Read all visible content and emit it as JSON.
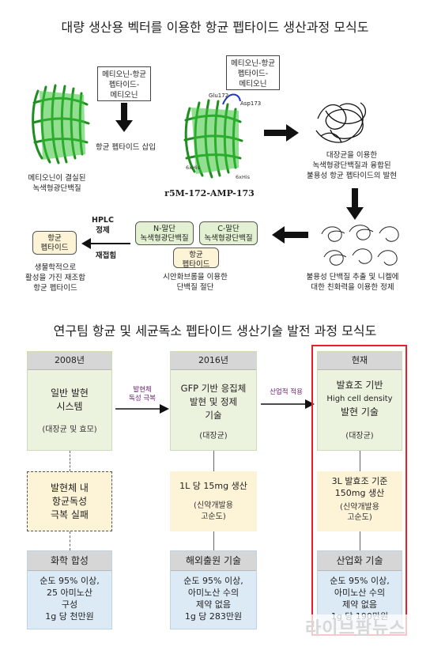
{
  "titles": {
    "top": "대량 생산용 벡터를 이용한 항균 펩타이드 생산과정 모식도",
    "bottom": "연구팀 항균 및 세균독소 펩타이드 생산기술 발전 과정 모식도"
  },
  "process": {
    "gfp_label": "메티오닌이 결실된\n녹색형광단백질",
    "insert_box": "메티오닌-항균\n펩타이드-\n메티오닌",
    "insert_caption": "항균 펩타이드 삽입",
    "mid_box": "메티오닌-항균\n펩타이드-\n메티오닌",
    "residue_glu": "Glu172",
    "residue_asp": "Asp173",
    "his_tag_1": "6xHis",
    "his_tag_2": "6xHis",
    "construct_name": "r5M-172-AMP-173",
    "ecoli_caption": "대장균을 이용한\n녹색형광단백질과 융합된\n불용성 항균 펩타이드의 발현",
    "purify_caption": "불용성 단백질 추출 및 니켈에\n대한 친화력을 이용한 정제",
    "n_frag": "N-말단\n녹색형광단백질",
    "c_frag": "C-말단\n녹색형광단백질",
    "peptide_frag": "항균\n펩타이드",
    "cleave_caption": "시안화브롬을 이용한\n단백질 절단",
    "hplc_label": "HPLC\n정제",
    "refold_label": "재접힘",
    "final_peptide": "항균\n펩타이드",
    "final_caption": "생물학적으로\n활성을 가진 재조합\n항균 펩타이드"
  },
  "timeline": {
    "columns": [
      {
        "year": "2008년",
        "system": "일반 발현\n시스템",
        "host": "(대장균 및 효모)",
        "mid": "발현체 내\n항균독성\n극복 실패",
        "stage": "화학 합성",
        "detail": "순도 95% 이상,\n25 아미노산\n구성\n1g 당 천만원"
      },
      {
        "year": "2016년",
        "system": "GFP 기반 응집체\n발현 및 정제\n기술",
        "host": "(대장균)",
        "mid": "1L 당 15mg 생산",
        "mid_sub": "(신약개발용\n고순도)",
        "stage": "해외출원 기술",
        "detail": "순도 95% 이상,\n아미노산 수의\n제약 없음\n1g 당 283만원"
      },
      {
        "year": "현재",
        "system": "발효조 기반",
        "system_en": "High cell density",
        "system2": "발현 기술",
        "host": "(대장균)",
        "mid": "3L 발효조 기준\n150mg 생산",
        "mid_sub": "(신약개발용\n고순도)",
        "stage": "산업화 기술",
        "detail": "순도 95% 이상,\n아미노산 수의\n제약 없음\n1g 당 190만원"
      }
    ],
    "arrow1_label": "발현체\n독성 극복",
    "arrow2_label": "산업적 적용",
    "highlight_color": "#e8202a"
  },
  "watermark": "라이브팜뉴스",
  "colors": {
    "gfp_green": "#2aa32a",
    "arrow": "#111111"
  }
}
